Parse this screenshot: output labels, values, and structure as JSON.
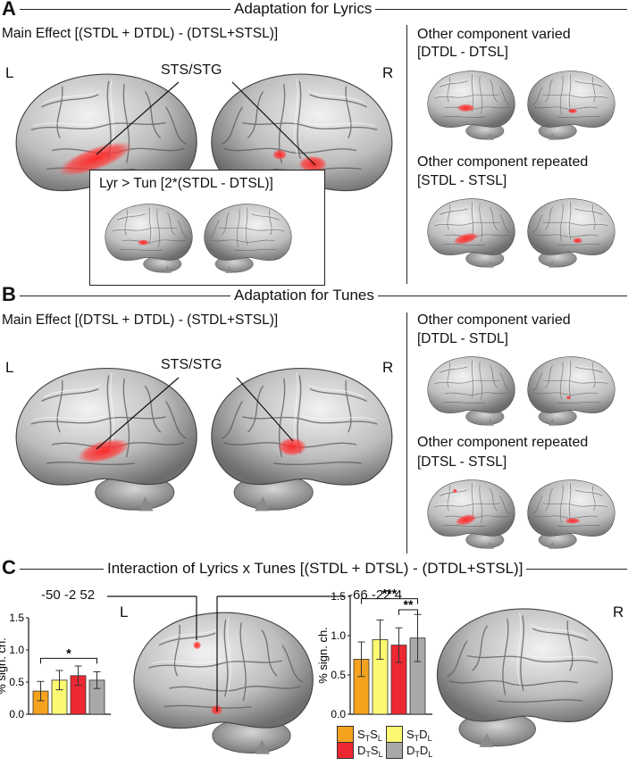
{
  "panel_a": {
    "letter": "A",
    "title": "Adaptation for Lyrics",
    "main_effect_label": "Main Effect",
    "main_effect_formula": "[(STDL + DTDL) - (DTSL+STSL)]",
    "left_label": "L",
    "right_label": "R",
    "region_label": "STS/STG",
    "inset_label": "Lyr > Tun",
    "inset_formula": "[2*(STDL - DTSL)]",
    "varied_label": "Other component varied",
    "varied_formula": "[DTDL - DTSL]",
    "repeated_label": "Other component repeated",
    "repeated_formula": "[STDL - STSL]"
  },
  "panel_b": {
    "letter": "B",
    "title": "Adaptation for Tunes",
    "main_effect_label": "Main Effect",
    "main_effect_formula": "[(DTSL + DTDL) - (STDL+STSL)]",
    "left_label": "L",
    "right_label": "R",
    "region_label": "STS/STG",
    "varied_label": "Other component varied",
    "varied_formula": "[DTDL - STDL]",
    "repeated_label": "Other component repeated",
    "repeated_formula": "[DTSL - STSL]"
  },
  "panel_c": {
    "letter": "C",
    "title": "Interaction of Lyrics x Tunes [(STDL + DTSL) - (DTDL+STSL)]",
    "left_label": "L",
    "right_label": "R",
    "coord_1": "-50 -2 52",
    "coord_2": "-66 -22 4"
  },
  "legend": {
    "items": [
      {
        "pre": "S",
        "s1": "T",
        "mid": "S",
        "s2": "L",
        "color": "#f5a21f"
      },
      {
        "pre": "S",
        "s1": "T",
        "mid": "D",
        "s2": "L",
        "color": "#fbf871"
      },
      {
        "pre": "D",
        "s1": "T",
        "mid": "S",
        "s2": "L",
        "color": "#ee2833"
      },
      {
        "pre": "D",
        "s1": "T",
        "mid": "D",
        "s2": "L",
        "color": "#a8a8a8"
      }
    ]
  },
  "chart_data": [
    {
      "type": "bar",
      "ylabel": "% sign. ch.",
      "yticks": [
        "0.0",
        "0.5",
        "1.0",
        "1.5"
      ],
      "ylim": [
        0,
        1.5
      ],
      "categories": [
        "STSL",
        "STDL",
        "DTSL",
        "DTDL"
      ],
      "values": [
        0.36,
        0.53,
        0.6,
        0.53
      ],
      "errors": [
        0.15,
        0.15,
        0.15,
        0.13
      ],
      "colors": [
        "#f5a21f",
        "#fbf871",
        "#ee2833",
        "#a8a8a8"
      ],
      "annotations": [
        {
          "from": 0,
          "to": 3,
          "label": "*"
        }
      ]
    },
    {
      "type": "bar",
      "ylabel": "% sign. ch.",
      "yticks": [
        "0.0",
        "0.5",
        "1.0",
        "1.5"
      ],
      "ylim": [
        0,
        1.5
      ],
      "categories": [
        "STSL",
        "STDL",
        "DTSL",
        "DTDL"
      ],
      "values": [
        0.7,
        0.95,
        0.88,
        0.97
      ],
      "errors": [
        0.22,
        0.25,
        0.22,
        0.3
      ],
      "colors": [
        "#f5a21f",
        "#fbf871",
        "#ee2833",
        "#a8a8a8"
      ],
      "annotations": [
        {
          "from": 0,
          "to": 3,
          "label": "***"
        },
        {
          "from": 2,
          "to": 3,
          "label": "**"
        }
      ]
    }
  ]
}
